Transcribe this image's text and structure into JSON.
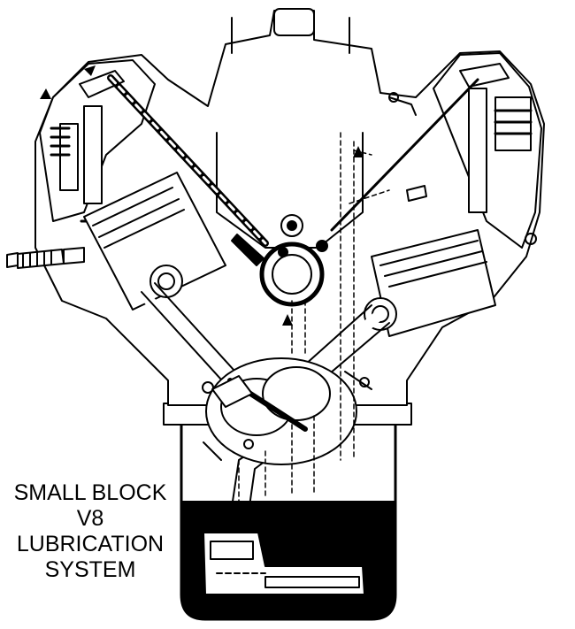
{
  "title_lines": [
    "SMALL BLOCK",
    "V8",
    "LUBRICATION",
    "SYSTEM"
  ],
  "colors": {
    "ink": "#000000",
    "paper": "#ffffff",
    "oil": "#000000"
  }
}
